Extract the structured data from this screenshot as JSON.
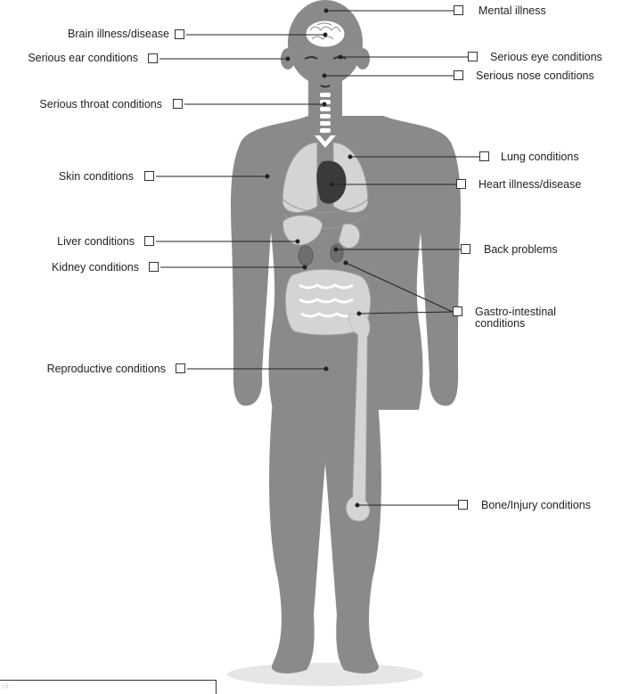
{
  "labels": {
    "mental_illness": "Mental illness",
    "brain": "Brain illness/disease",
    "ear": "Serious ear conditions",
    "eye": "Serious eye conditions",
    "nose": "Serious nose conditions",
    "throat": "Serious throat conditions",
    "lung": "Lung conditions",
    "skin": "Skin conditions",
    "heart": "Heart illness/disease",
    "liver": "Liver conditions",
    "back": "Back problems",
    "kidney": "Kidney conditions",
    "gastro_line1": "Gastro-intestinal",
    "gastro_line2": "conditions",
    "reproductive": "Reproductive conditions",
    "bone": "Bone/Injury conditions"
  },
  "footer": {
    "text": "Hi"
  },
  "colors": {
    "body": "#8a8a8a",
    "organs": "#d4d4d4",
    "organ_outline": "#9a9a9a",
    "heart": "#3a3a3a",
    "shadow": "#e6e6e6",
    "leader_line": "#222222"
  },
  "checkboxes_checked": []
}
